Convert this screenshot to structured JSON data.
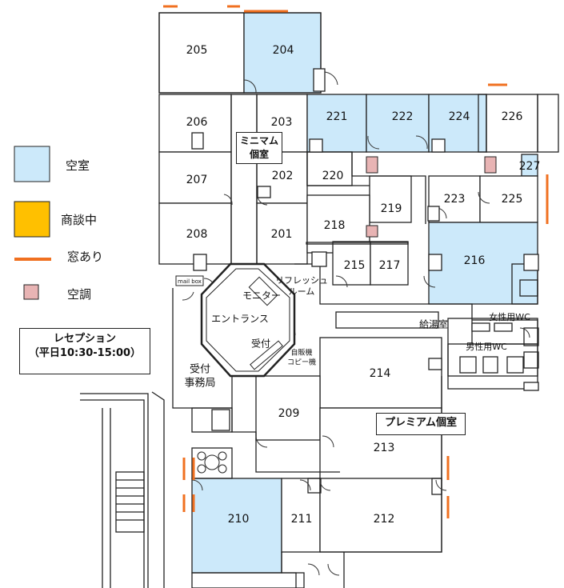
{
  "colors": {
    "vacant": "#cce9fa",
    "meeting": "#ffc000",
    "window": "#f07020",
    "aircon": "#e8b4b4",
    "line": "#222222"
  },
  "legend": {
    "vacant": "空室",
    "meeting": "商談中",
    "window": "窓あり",
    "aircon": "空調"
  },
  "reception": {
    "title": "レセプション",
    "hours": "（平日10:30-15:00）"
  },
  "rooms": [
    {
      "id": "205",
      "label": "205",
      "status": "occupied"
    },
    {
      "id": "204",
      "label": "204",
      "status": "vacant"
    },
    {
      "id": "206",
      "label": "206",
      "status": "occupied"
    },
    {
      "id": "203",
      "label": "203",
      "status": "occupied"
    },
    {
      "id": "221",
      "label": "221",
      "status": "vacant"
    },
    {
      "id": "222",
      "label": "222",
      "status": "vacant"
    },
    {
      "id": "224",
      "label": "224",
      "status": "vacant"
    },
    {
      "id": "226",
      "label": "226",
      "status": "occupied"
    },
    {
      "id": "207",
      "label": "207",
      "status": "occupied"
    },
    {
      "id": "202",
      "label": "202",
      "status": "occupied"
    },
    {
      "id": "220",
      "label": "220",
      "status": "occupied"
    },
    {
      "id": "227",
      "label": "227",
      "status": "vacant"
    },
    {
      "id": "219",
      "label": "219",
      "status": "occupied"
    },
    {
      "id": "223",
      "label": "223",
      "status": "occupied"
    },
    {
      "id": "225",
      "label": "225",
      "status": "occupied"
    },
    {
      "id": "208",
      "label": "208",
      "status": "occupied"
    },
    {
      "id": "201",
      "label": "201",
      "status": "occupied"
    },
    {
      "id": "218",
      "label": "218",
      "status": "occupied"
    },
    {
      "id": "215",
      "label": "215",
      "status": "occupied"
    },
    {
      "id": "217",
      "label": "217",
      "status": "occupied"
    },
    {
      "id": "216",
      "label": "216",
      "status": "vacant"
    },
    {
      "id": "214",
      "label": "214",
      "status": "occupied"
    },
    {
      "id": "209",
      "label": "209",
      "status": "occupied"
    },
    {
      "id": "213",
      "label": "213",
      "status": "occupied"
    },
    {
      "id": "210",
      "label": "210",
      "status": "vacant"
    },
    {
      "id": "211",
      "label": "211",
      "status": "occupied"
    },
    {
      "id": "212",
      "label": "212",
      "status": "occupied"
    }
  ],
  "labels": {
    "minimum_1": "ミニマム",
    "minimum_2": "個室",
    "premium": "プレミアム個室",
    "entrance": "エントランス",
    "monitor": "モニター",
    "refresh_1": "リフレッシュ",
    "refresh_2": "ルーム",
    "uketsuke": "受付",
    "office_1": "受付",
    "office_2": "事務局",
    "kyuto": "給湯室",
    "women_wc": "女性用WC",
    "men_wc": "男性用WC",
    "mailbox": "mail box",
    "vending_1": "自販機",
    "vending_2": "コピー機"
  }
}
